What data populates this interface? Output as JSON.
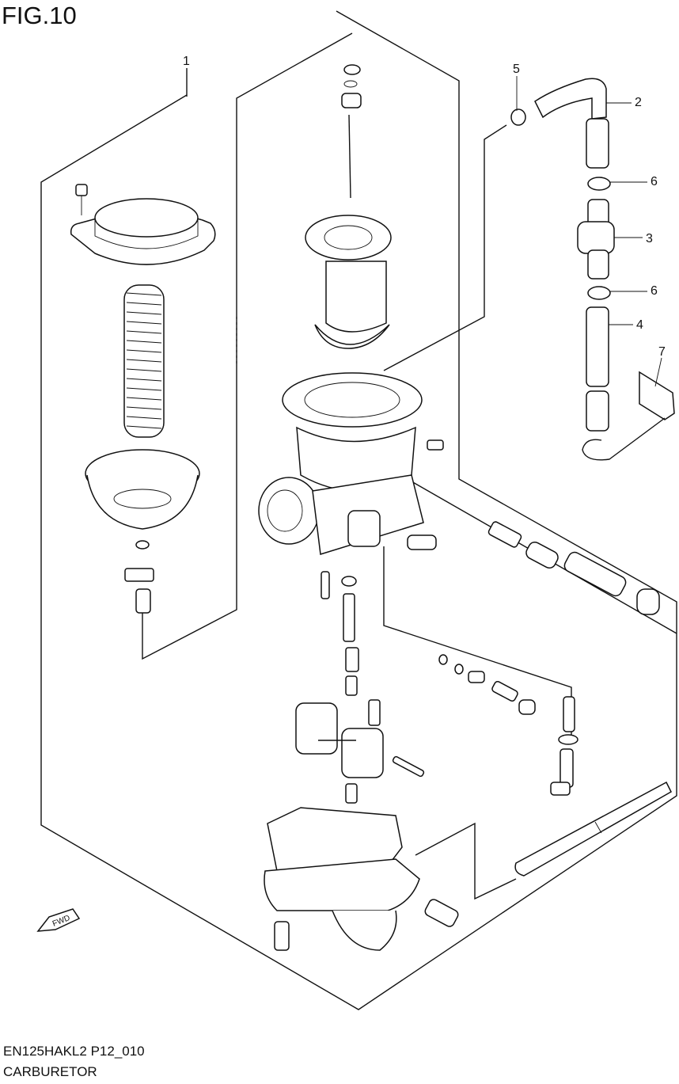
{
  "figure": {
    "title": "FIG.10"
  },
  "callouts": [
    {
      "id": "1",
      "label": "1"
    },
    {
      "id": "2",
      "label": "2"
    },
    {
      "id": "3",
      "label": "3"
    },
    {
      "id": "4",
      "label": "4"
    },
    {
      "id": "5",
      "label": "5"
    },
    {
      "id": "6a",
      "label": "6"
    },
    {
      "id": "6b",
      "label": "6"
    },
    {
      "id": "7",
      "label": "7"
    }
  ],
  "badge": {
    "text": "FWD"
  },
  "footer": {
    "code": "EN125HAKL2 P12_010",
    "caption": "CARBURETOR"
  }
}
